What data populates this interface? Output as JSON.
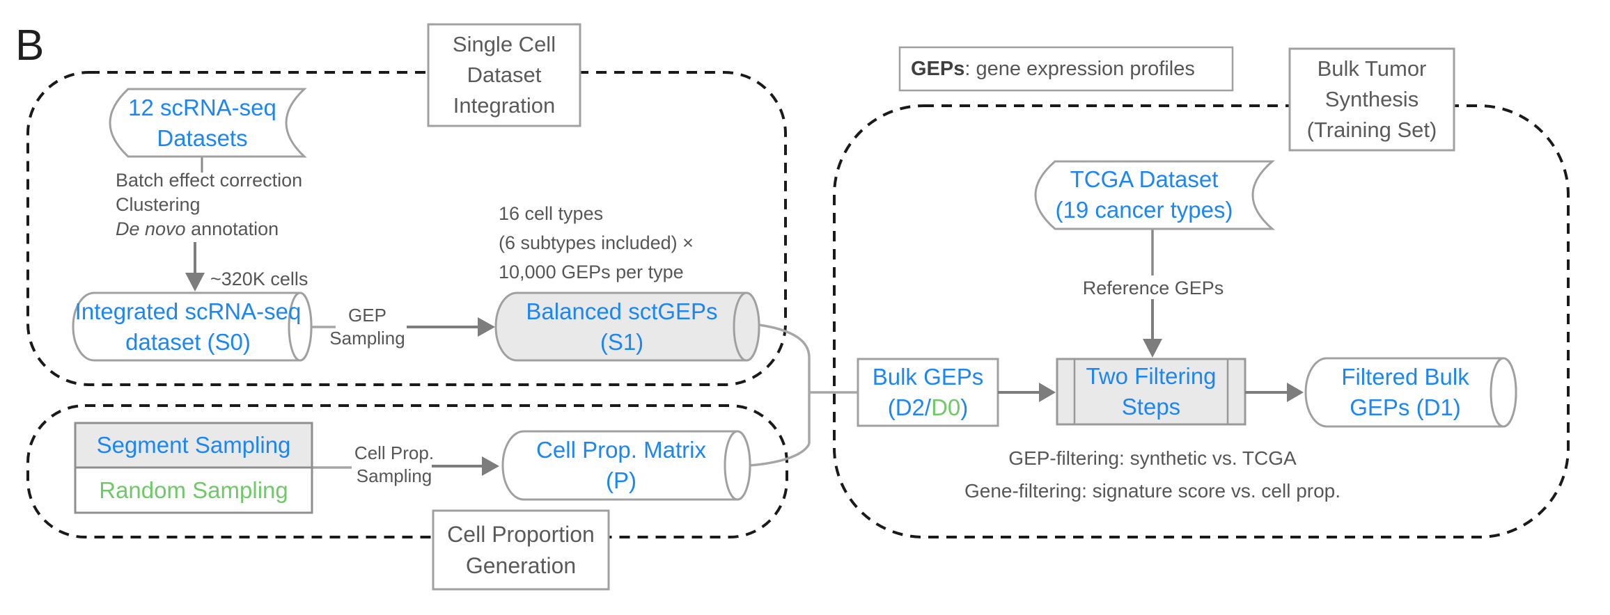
{
  "panel_label": "B",
  "colors": {
    "accent_blue": "#1c86f2",
    "accent_green": "#70c968",
    "text_gray": "#565656",
    "shape_border": "#a0a0a0",
    "shape_fill_gray": "#e9e9e9",
    "arrow_gray": "#7d7d7d",
    "dash_black": "#1a1a1a"
  },
  "sections": {
    "single_cell": {
      "title_lines": [
        "Single Cell",
        "Dataset",
        "Integration"
      ]
    },
    "cell_proportion": {
      "title_lines": [
        "Cell Proportion",
        "Generation"
      ]
    },
    "bulk_synthesis": {
      "title_lines": [
        "Bulk Tumor",
        "Synthesis",
        "(Training Set)"
      ]
    }
  },
  "legend": {
    "term": "GEPs",
    "definition": ": gene expression profiles"
  },
  "nodes": {
    "datasets": {
      "lines": [
        "12 scRNA-seq",
        "Datasets"
      ]
    },
    "s0": {
      "lines": [
        "Integrated scRNA-seq",
        "dataset (S0)"
      ]
    },
    "s1": {
      "lines": [
        "Balanced sctGEPs",
        "(S1)"
      ]
    },
    "p": {
      "lines": [
        "Cell Prop. Matrix",
        "(P)"
      ]
    },
    "tcga": {
      "lines": [
        "TCGA Dataset",
        "(19 cancer types)"
      ]
    },
    "bulk_geps": {
      "line1": "Bulk GEPs",
      "paren_open": "(D2/",
      "d0": "D0",
      "paren_close": ")"
    },
    "two_filtering": {
      "lines": [
        "Two Filtering",
        "Steps"
      ]
    },
    "d1": {
      "lines": [
        "Filtered Bulk",
        "GEPs (D1)"
      ]
    },
    "segment": {
      "label": "Segment Sampling"
    },
    "random": {
      "label": "Random Sampling"
    }
  },
  "annotations": {
    "batch_line1": "Batch effect correction",
    "batch_line2": "Clustering",
    "batch_line3_italic": "De novo",
    "batch_line3_rest": " annotation",
    "cells_count": "~320K cells",
    "gep_sampling_l1": "GEP",
    "gep_sampling_l2": "Sampling",
    "s1_note_l1": "16 cell types",
    "s1_note_l2": "(6 subtypes included) ×",
    "s1_note_l3": "10,000 GEPs per type",
    "cell_prop_sampling_l1": "Cell Prop.",
    "cell_prop_sampling_l2": "Sampling",
    "reference_geps": "Reference GEPs",
    "gep_filtering": "GEP-filtering: synthetic vs. TCGA",
    "gene_filtering": "Gene-filtering: signature score vs. cell prop."
  }
}
